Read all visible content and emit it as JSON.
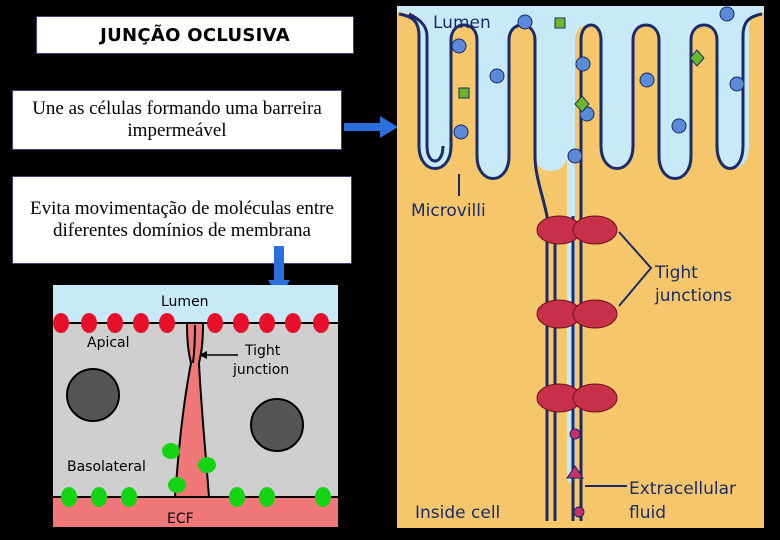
{
  "title": "JUNÇÃO OCLUSIVA",
  "box1": "Une as células formando uma barreira impermeável",
  "box2": "Evita movimentação de moléculas entre diferentes domínios de membrana",
  "left_diagram": {
    "lumen": "Lumen",
    "apical": "Apical",
    "tight_junction_line1": "Tight",
    "tight_junction_line2": "junction",
    "basolateral": "Basolateral",
    "ecf": "ECF"
  },
  "right_diagram": {
    "lumen": "Lumen",
    "microvilli": "Microvilli",
    "tight_junctions_line1": "Tight",
    "tight_junctions_line2": "junctions",
    "extracellular_line1": "Extracellular",
    "extracellular_line2": "fluid",
    "inside_cell": "Inside cell"
  },
  "colors": {
    "arrow": "#2a6fdb",
    "cell_yellow": "#f5c76a",
    "lumen_blue": "#c8eaf8",
    "junction_red": "#c8304a",
    "cell_gray": "#cfcfcf",
    "ecf_red": "#f07878"
  }
}
